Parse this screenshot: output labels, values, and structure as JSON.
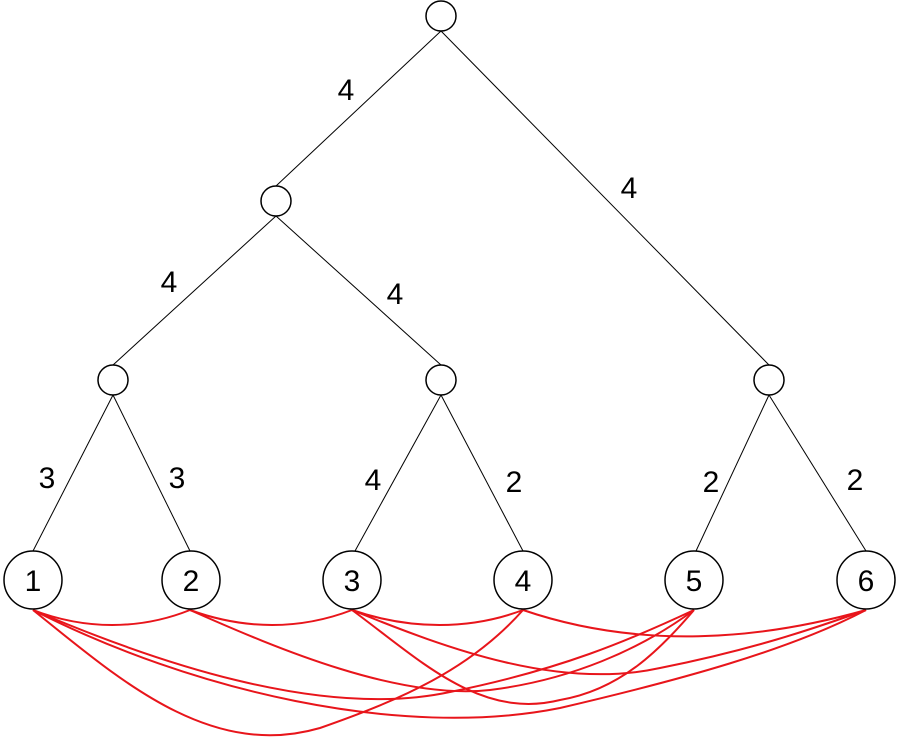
{
  "tree": {
    "edge_weights": {
      "root_left": "4",
      "root_right": "4",
      "left_left": "4",
      "left_right": "4",
      "a_leaf1": "3",
      "a_leaf2": "3",
      "b_leaf3": "4",
      "b_leaf4": "2",
      "c_leaf5": "2",
      "c_leaf6": "2"
    },
    "leaves": [
      "1",
      "2",
      "3",
      "4",
      "5",
      "6"
    ],
    "connections": [
      [
        1,
        2
      ],
      [
        1,
        4
      ],
      [
        1,
        5
      ],
      [
        1,
        6
      ],
      [
        2,
        3
      ],
      [
        2,
        5
      ],
      [
        3,
        4
      ],
      [
        3,
        5
      ],
      [
        3,
        6
      ],
      [
        4,
        6
      ]
    ],
    "colors": {
      "connection": "#e8151b",
      "edge": "#000000"
    }
  }
}
